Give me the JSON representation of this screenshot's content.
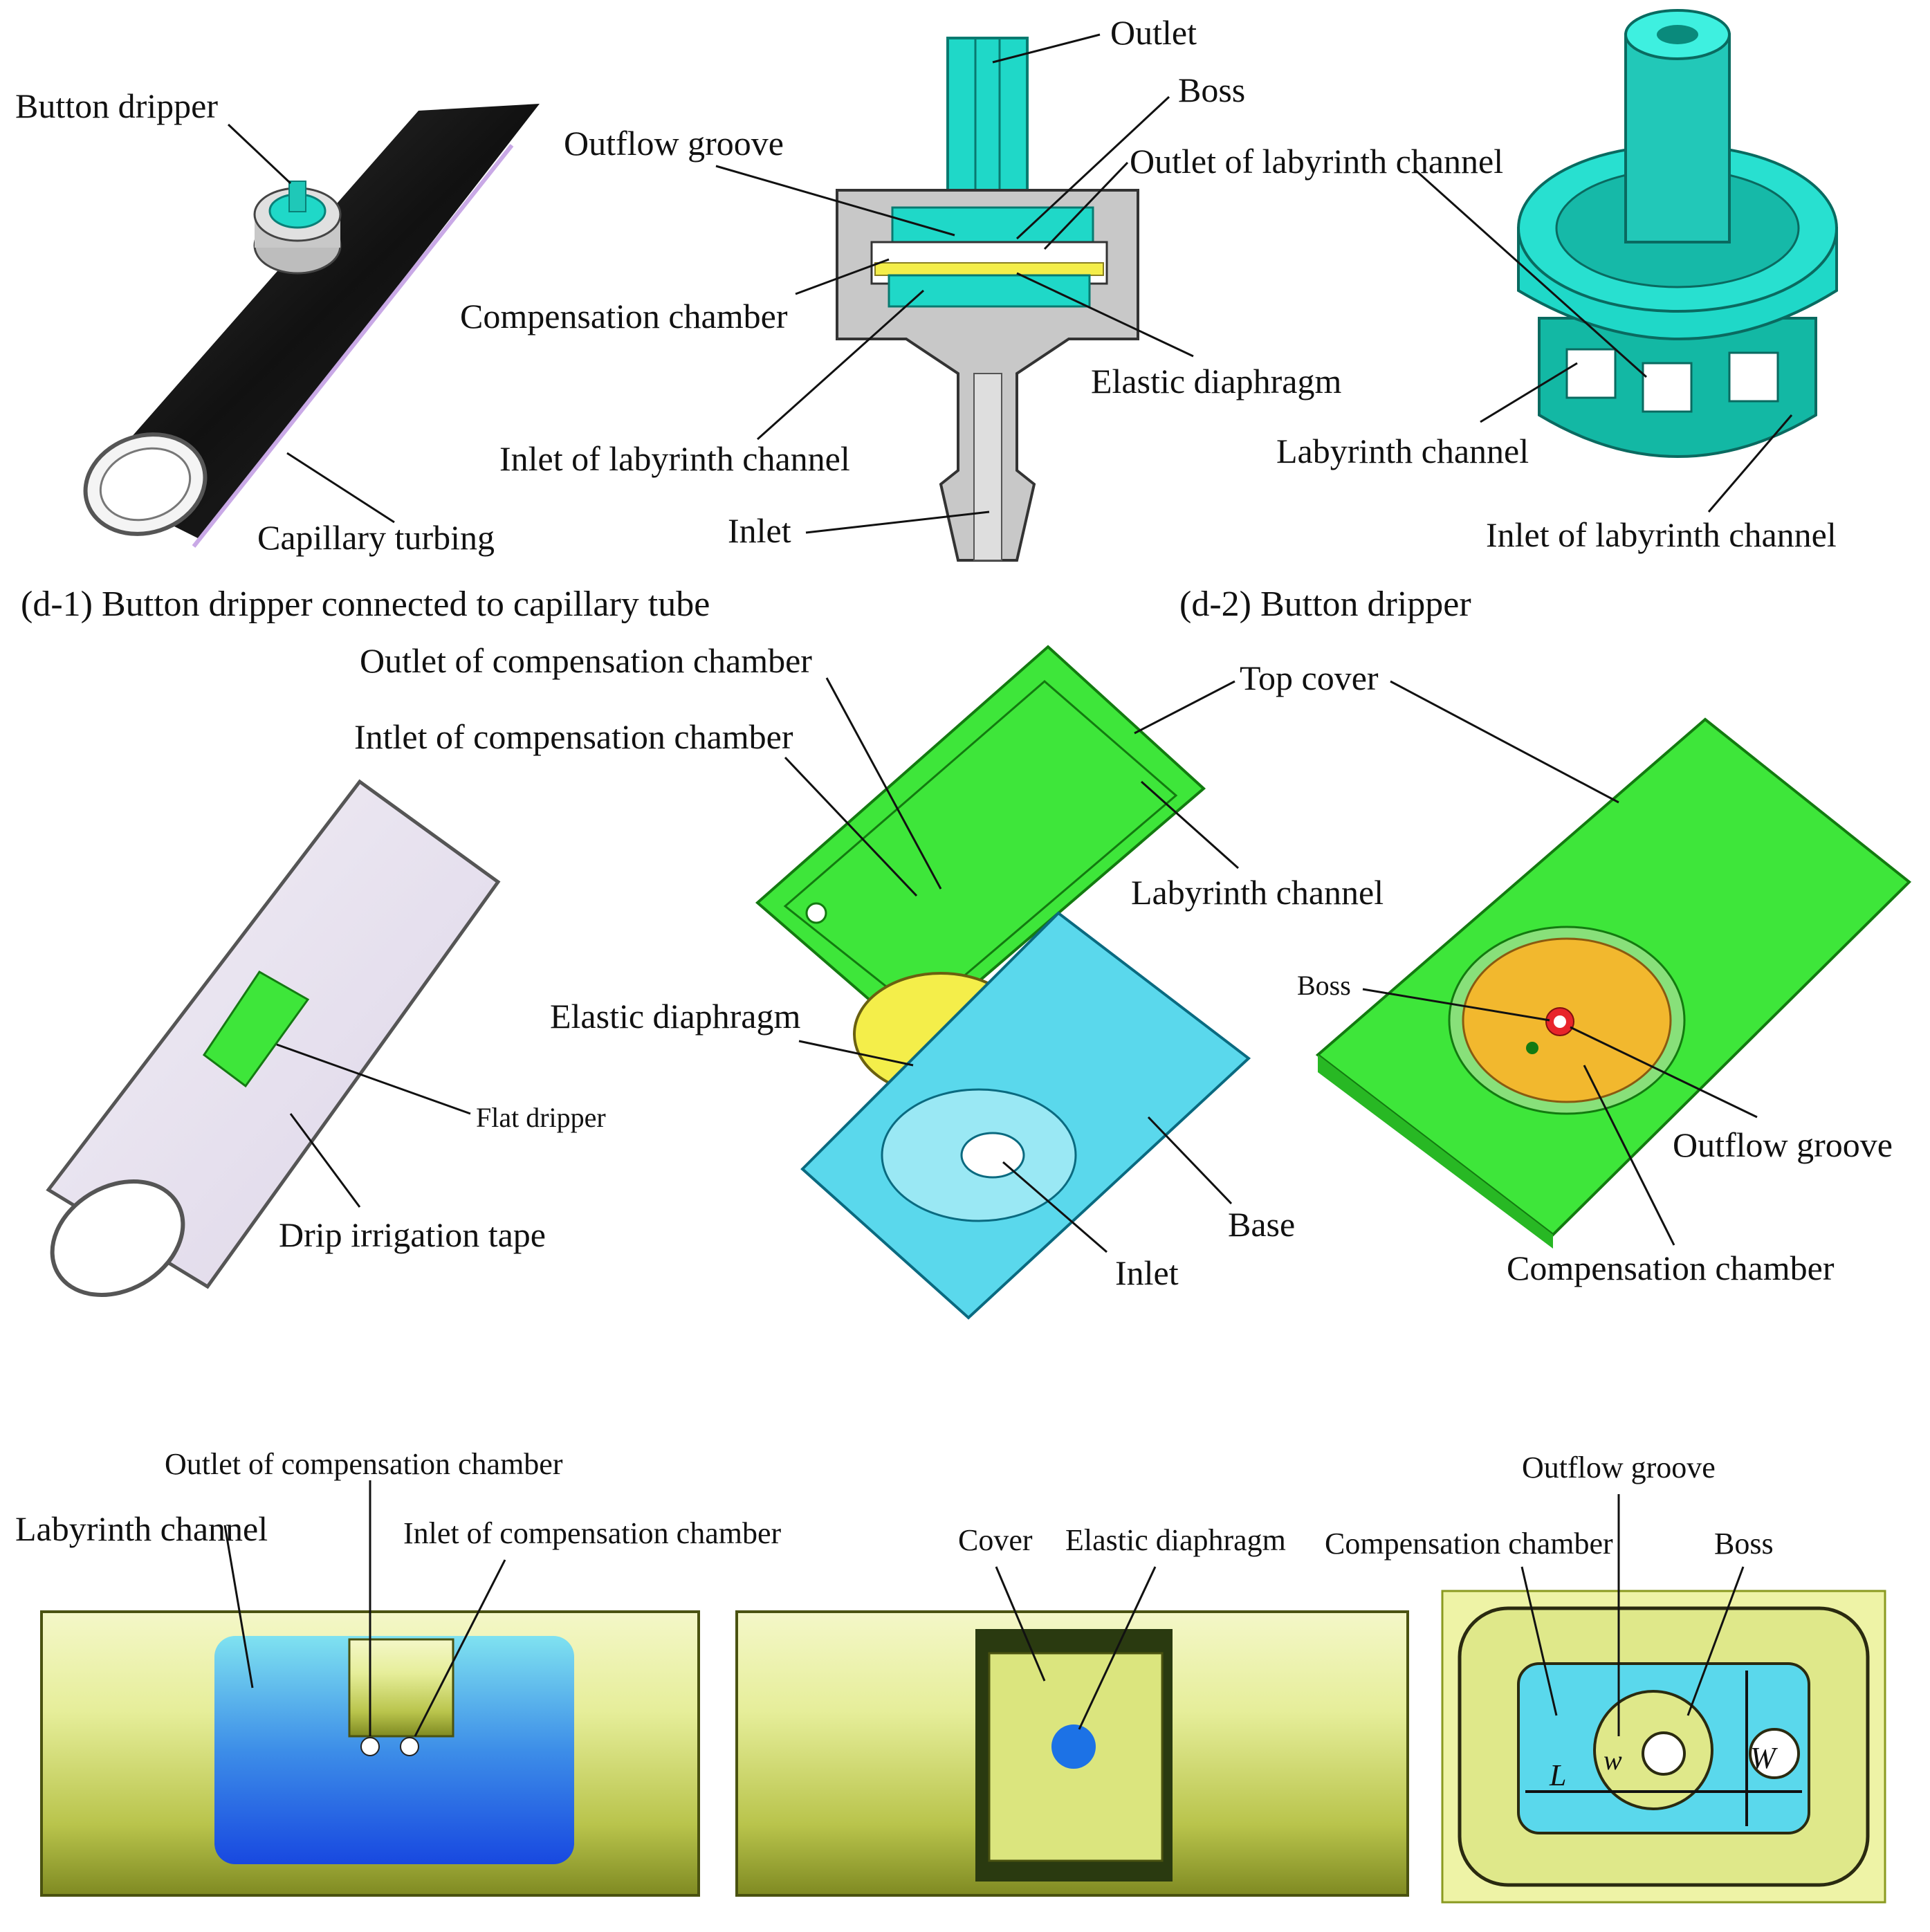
{
  "panel_d1": {
    "caption": "(d-1) Button dripper connected to capillary tube",
    "labels": {
      "button_dripper": "Button dripper",
      "capillary_turbing": "Capillary turbing"
    }
  },
  "panel_d2": {
    "caption": "(d-2) Button dripper",
    "labels": {
      "outlet": "Outlet",
      "boss": "Boss",
      "outflow_groove": "Outflow groove",
      "outlet_of_labyrinth_channel": "Outlet of labyrinth channel",
      "compensation_chamber": "Compensation chamber",
      "elastic_diaphragm": "Elastic diaphragm",
      "inlet_of_labyrinth_channel": "Inlet of labyrinth channel",
      "inlet": "Inlet",
      "labyrinth_channel_iso": "Labyrinth channel",
      "inlet_of_labyrinth_channel_iso": "Inlet of labyrinth channel"
    }
  },
  "panel_flat": {
    "labels": {
      "outlet_of_compensation_chamber": "Outlet of compensation chamber",
      "intlet_of_compensation_chamber": "Intlet of compensation chamber",
      "top_cover": "Top cover",
      "labyrinth_channel": "Labyrinth channel",
      "elastic_diaphragm": "Elastic diaphragm",
      "flat_dripper": "Flat dripper",
      "drip_irrigation_tape": "Drip irrigation tape",
      "base": "Base",
      "inlet": "Inlet",
      "boss": "Boss",
      "outflow_groove": "Outflow groove",
      "compensation_chamber": "Compensation chamber"
    }
  },
  "panel_cylinder": {
    "labels": {
      "outlet_of_compensation_chamber": "Outlet of compensation chamber",
      "labyrinth_channel": "Labyrinth channel",
      "inlet_of_compensation_chamber": "Inlet of compensation chamber",
      "cover": "Cover",
      "elastic_diaphragm": "Elastic diaphragm",
      "compensation_chamber": "Compensation chamber",
      "outflow_groove": "Outflow groove",
      "boss": "Boss",
      "dim_L": "L",
      "dim_w": "w",
      "dim_W": "W"
    }
  },
  "colors": {
    "cyan": "#1fd8c8",
    "green": "#3ee63a",
    "light_blue": "#5ad8ec",
    "yellow": "#f4ee4a",
    "orange": "#f2b82e",
    "red": "#e8242a",
    "cream": "#eef3a6",
    "deep_blue": "#1c5ae6",
    "black_tube": "#1a1a1a",
    "grey_body": "#c8c8c8"
  }
}
